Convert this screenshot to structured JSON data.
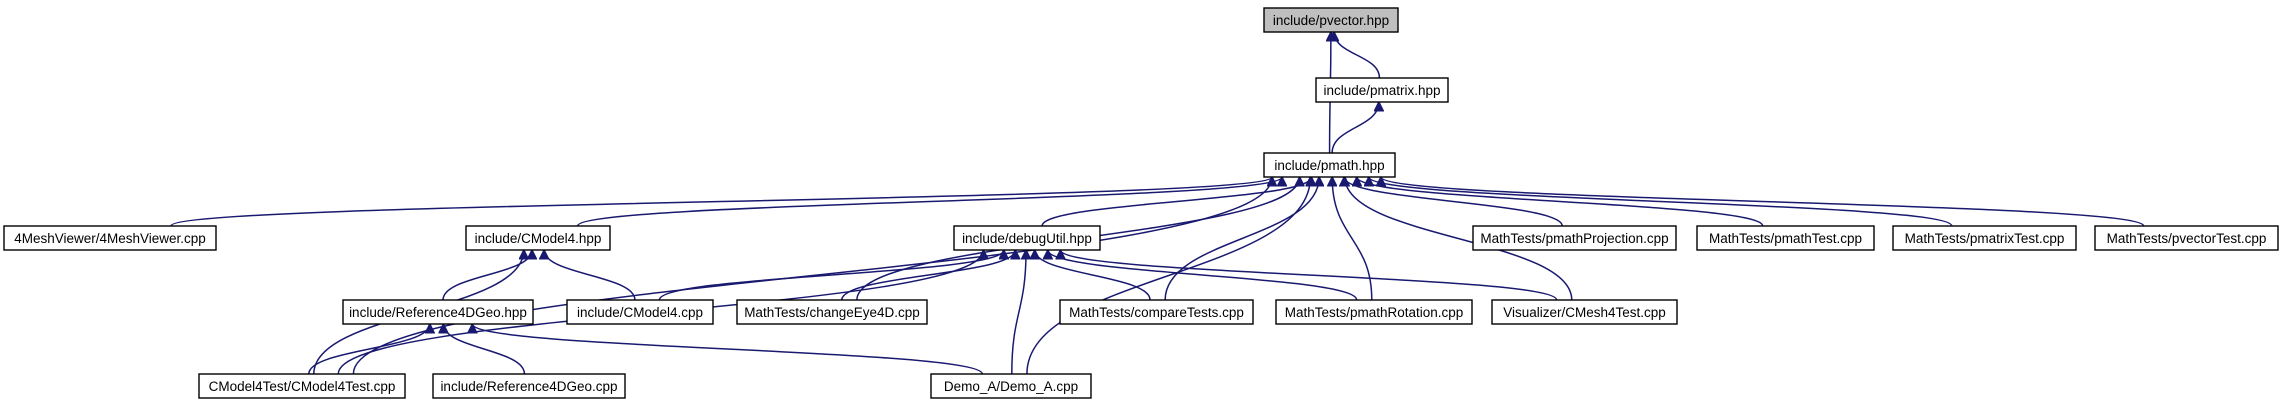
{
  "graph": {
    "edge_color": "#191970",
    "highlight_fill": "#bfbfbf",
    "nodes": [
      {
        "id": "pvector",
        "label": "include/pvector.hpp",
        "highlighted": true
      },
      {
        "id": "pmatrix",
        "label": "include/pmatrix.hpp"
      },
      {
        "id": "pmath",
        "label": "include/pmath.hpp"
      },
      {
        "id": "meshviewer",
        "label": "4MeshViewer/4MeshViewer.cpp"
      },
      {
        "id": "cmodel4hpp",
        "label": "include/CModel4.hpp"
      },
      {
        "id": "debugutil",
        "label": "include/debugUtil.hpp"
      },
      {
        "id": "pmathprojection",
        "label": "MathTests/pmathProjection.cpp"
      },
      {
        "id": "pmathtest",
        "label": "MathTests/pmathTest.cpp"
      },
      {
        "id": "pmatrixtest",
        "label": "MathTests/pmatrixTest.cpp"
      },
      {
        "id": "pvectortest",
        "label": "MathTests/pvectorTest.cpp"
      },
      {
        "id": "ref4dgeohpp",
        "label": "include/Reference4DGeo.hpp"
      },
      {
        "id": "cmodel4cpp",
        "label": "include/CModel4.cpp"
      },
      {
        "id": "changeeye",
        "label": "MathTests/changeEye4D.cpp"
      },
      {
        "id": "comparetests",
        "label": "MathTests/compareTests.cpp"
      },
      {
        "id": "pmathrotation",
        "label": "MathTests/pmathRotation.cpp"
      },
      {
        "id": "cmesh4test",
        "label": "Visualizer/CMesh4Test.cpp"
      },
      {
        "id": "cmodel4test",
        "label": "CModel4Test/CModel4Test.cpp"
      },
      {
        "id": "ref4dgeocpp",
        "label": "include/Reference4DGeo.cpp"
      },
      {
        "id": "demoa",
        "label": "Demo_A/Demo_A.cpp"
      }
    ],
    "edges": [
      {
        "from": "pmatrix",
        "to": "pvector"
      },
      {
        "from": "pmath",
        "to": "pvector"
      },
      {
        "from": "pmath",
        "to": "pmatrix"
      },
      {
        "from": "meshviewer",
        "to": "pmath"
      },
      {
        "from": "cmodel4hpp",
        "to": "pmath"
      },
      {
        "from": "debugutil",
        "to": "pmath"
      },
      {
        "from": "pmathprojection",
        "to": "pmath"
      },
      {
        "from": "pmathtest",
        "to": "pmath"
      },
      {
        "from": "pmatrixtest",
        "to": "pmath"
      },
      {
        "from": "pvectortest",
        "to": "pmath"
      },
      {
        "from": "changeeye",
        "to": "pmath"
      },
      {
        "from": "comparetests",
        "to": "pmath"
      },
      {
        "from": "pmathrotation",
        "to": "pmath"
      },
      {
        "from": "cmesh4test",
        "to": "pmath"
      },
      {
        "from": "cmodel4test",
        "to": "pmath"
      },
      {
        "from": "demoa",
        "to": "pmath"
      },
      {
        "from": "ref4dgeohpp",
        "to": "cmodel4hpp"
      },
      {
        "from": "cmodel4cpp",
        "to": "cmodel4hpp"
      },
      {
        "from": "cmodel4test",
        "to": "cmodel4hpp"
      },
      {
        "from": "cmodel4cpp",
        "to": "debugutil"
      },
      {
        "from": "changeeye",
        "to": "debugutil"
      },
      {
        "from": "comparetests",
        "to": "debugutil"
      },
      {
        "from": "pmathrotation",
        "to": "debugutil"
      },
      {
        "from": "cmesh4test",
        "to": "debugutil"
      },
      {
        "from": "cmodel4test",
        "to": "debugutil"
      },
      {
        "from": "demoa",
        "to": "debugutil"
      },
      {
        "from": "cmodel4test",
        "to": "ref4dgeohpp"
      },
      {
        "from": "ref4dgeocpp",
        "to": "ref4dgeohpp"
      },
      {
        "from": "demoa",
        "to": "ref4dgeohpp"
      }
    ]
  }
}
